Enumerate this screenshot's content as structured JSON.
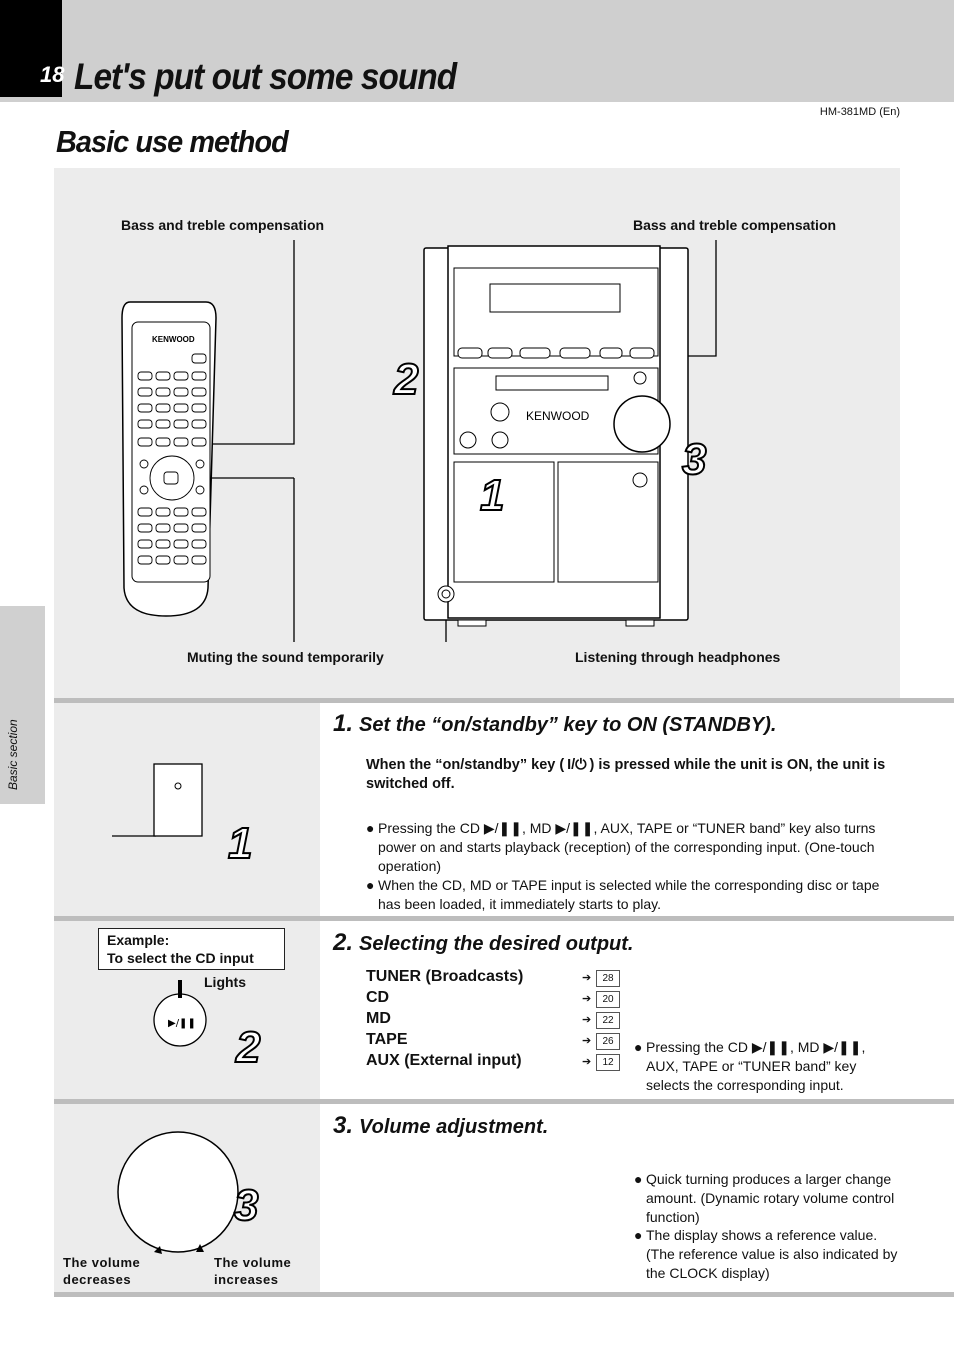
{
  "header": {
    "page_number": "18",
    "title": "Let's put out some sound",
    "model": "HM-381MD (En)"
  },
  "section_title": "Basic use method",
  "side_tab": "Basic section",
  "figure": {
    "label_bass_left": "Bass and treble compensation",
    "label_bass_right": "Bass and treble compensation",
    "label_muting": "Muting the sound temporarily",
    "label_headphones": "Listening through headphones",
    "brand": "KENWOOD",
    "hand1": "1",
    "hand2": "2",
    "hand3": "3"
  },
  "step1": {
    "num": "1.",
    "title": "Set the “on/standby” key to ON (STANDBY).",
    "note": "When the “on/standby” key ( I/⏻ ) is pressed while the unit is ON, the unit is switched off.",
    "bullet1": "Pressing the CD ▶/❚❚, MD ▶/❚❚, AUX, TAPE or “TUNER band” key also turns power on and starts playback (reception) of the corresponding input. (One-touch operation)",
    "bullet2": "When the CD, MD or TAPE input is selected while the corresponding disc or tape has been loaded, it immediately starts to play.",
    "hand": "1"
  },
  "step2": {
    "num": "2.",
    "title": "Selecting the desired output.",
    "example_line1": "Example:",
    "example_line2": "To select the CD input",
    "lights": "Lights",
    "hand": "2",
    "outputs": [
      {
        "name": "TUNER (Broadcasts)",
        "page": "28"
      },
      {
        "name": "CD",
        "page": "20"
      },
      {
        "name": "MD",
        "page": "22"
      },
      {
        "name": "TAPE",
        "page": "26"
      },
      {
        "name": "AUX (External input)",
        "page": "12"
      }
    ],
    "bullet": "Pressing the CD ▶/❚❚, MD ▶/❚❚, AUX, TAPE or “TUNER band” key selects the corresponding input."
  },
  "step3": {
    "num": "3.",
    "title": "Volume adjustment.",
    "label_decrease": "The volume decreases",
    "label_increase": "The volume increases",
    "hand": "3",
    "bullet1": "Quick turning produces a larger change amount. (Dynamic rotary volume control function)",
    "bullet2": "The display shows a reference value. (The reference value is also indicated by the CLOCK display)"
  }
}
